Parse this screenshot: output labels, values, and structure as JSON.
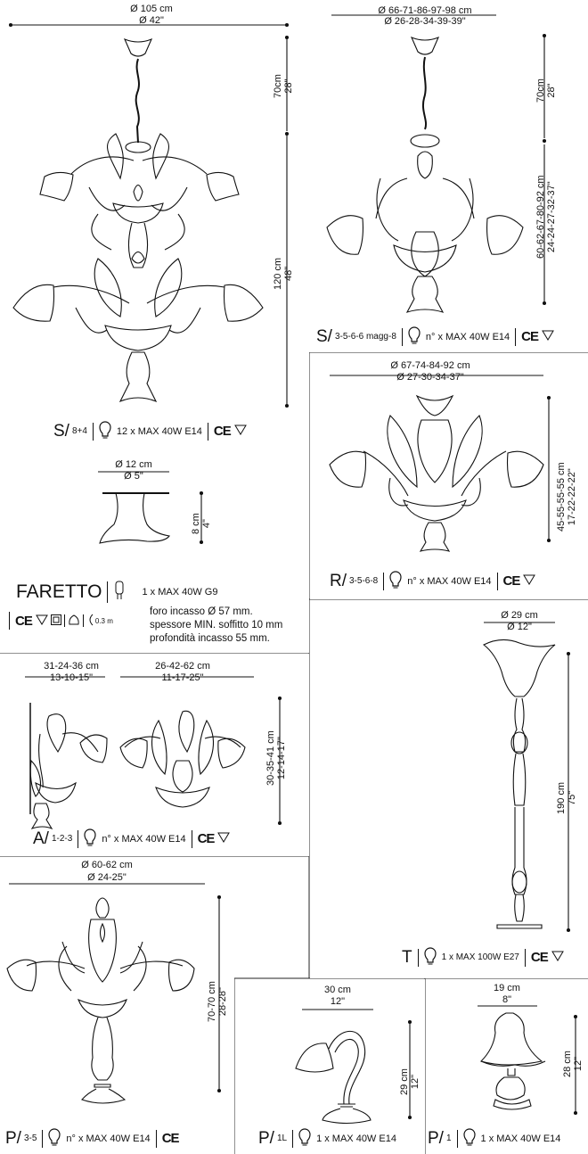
{
  "panels": {
    "s_large": {
      "width_cm": "Ø 105 cm",
      "width_in": "Ø 42\"",
      "h1_cm": "70cm",
      "h1_in": "28\"",
      "h2_cm": "120 cm",
      "h2_in": "48\"",
      "code": "S/",
      "variant": "8+4",
      "bulb": "12 x MAX 40W E14",
      "ce": "CE"
    },
    "s_small": {
      "width_cm": "Ø 66-71-86-97-98 cm",
      "width_in": "Ø 26-28-34-39-39\"",
      "h1_cm": "70cm",
      "h1_in": "28\"",
      "h2_cm": "60-62-67-80-92 cm",
      "h2_in": "24-24-27-32-37\"",
      "code": "S/",
      "variant": "3-5-6-6 magg-8",
      "bulb": "n° x MAX 40W E14",
      "ce": "CE"
    },
    "faretto": {
      "width_cm": "Ø 12 cm",
      "width_in": "Ø 5\"",
      "h_cm": "8 cm",
      "h_in": "4\"",
      "name": "FARETTO",
      "bulb": "1 x MAX 40W G9",
      "ce": "CE",
      "distance": "0.3 m",
      "notes": [
        "foro incasso Ø 57 mm.",
        "spessore MIN. soffitto 10 mm",
        "profondità incasso 55 mm."
      ]
    },
    "r": {
      "width_cm": "Ø 67-74-84-92 cm",
      "width_in": "Ø 27-30-34-37\"",
      "h_cm": "45-55-55-55 cm",
      "h_in": "17-22-22-22\"",
      "code": "R/",
      "variant": "3-5-6-8",
      "bulb": "n° x MAX 40W E14",
      "ce": "CE"
    },
    "a": {
      "depth_cm": "31-24-36 cm",
      "depth_in": "13-10-15\"",
      "width_cm": "26-42-62 cm",
      "width_in": "11-17-25\"",
      "h_cm": "30-35-41 cm",
      "h_in": "12-14-17\"",
      "code": "A/",
      "variant": "1-2-3",
      "bulb": "n° x MAX 40W E14",
      "ce": "CE"
    },
    "t": {
      "width_cm": "Ø 29 cm",
      "width_in": "Ø 12\"",
      "h_cm": "190 cm",
      "h_in": "75\"",
      "code": "T",
      "bulb": "1 x MAX 100W E27",
      "ce": "CE"
    },
    "p_large": {
      "width_cm": "Ø 60-62 cm",
      "width_in": "Ø 24-25\"",
      "h_cm": "70-70 cm",
      "h_in": "28-28\"",
      "code": "P/",
      "variant": "3-5",
      "bulb": "n° x MAX 40W E14",
      "ce": "CE"
    },
    "p_1l": {
      "width_cm": "30 cm",
      "width_in": "12\"",
      "h_cm": "29 cm",
      "h_in": "12\"",
      "code": "P/",
      "variant": "1L",
      "bulb": "1 x MAX 40W E14"
    },
    "p_1": {
      "width_cm": "19 cm",
      "width_in": "8\"",
      "h_cm": "28 cm",
      "h_in": "12\"",
      "code": "P/",
      "variant": "1",
      "bulb": "1 x MAX 40W E14"
    }
  },
  "icons": {
    "bulb": "bulb-icon",
    "ce_mark": "ce-mark",
    "f_mark": "f-triangle-icon",
    "double_insulation": "double-square-icon",
    "fire": "flame-shield-icon",
    "distance": "distance-icon"
  }
}
